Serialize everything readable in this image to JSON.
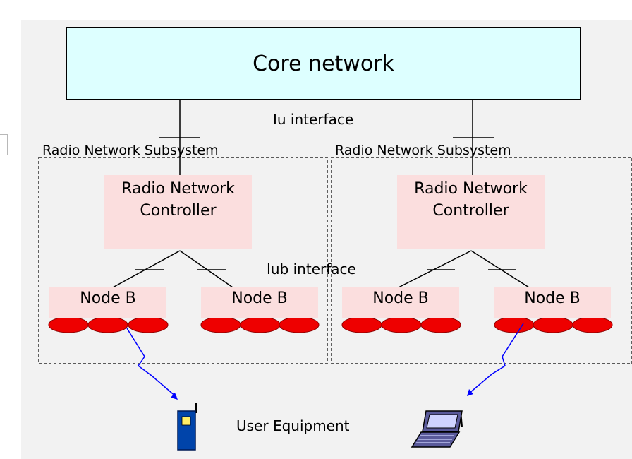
{
  "core_network": {
    "label": "Core network"
  },
  "iu_interface": {
    "label": "Iu interface"
  },
  "iub_interface": {
    "label": "Iub interface"
  },
  "subsystems": [
    {
      "title": "Radio Network Subsystem",
      "controller": {
        "line1": "Radio Network",
        "line2": "Controller"
      },
      "nodes": [
        "Node B",
        "Node B"
      ]
    },
    {
      "title": "Radio Network Subsystem",
      "controller": {
        "line1": "Radio Network",
        "line2": "Controller"
      },
      "nodes": [
        "Node B",
        "Node B"
      ]
    }
  ],
  "user_equipment": {
    "label": "User Equipment"
  },
  "colors": {
    "core_fill": "#ddffff",
    "controller_fill": "#fbdede",
    "antenna_fill": "#ee0000",
    "radio_link": "#0000ff",
    "phone_body": "#0044aa",
    "laptop_body": "#5a5a9a"
  },
  "icons": [
    "mobile-phone-icon",
    "laptop-icon"
  ]
}
